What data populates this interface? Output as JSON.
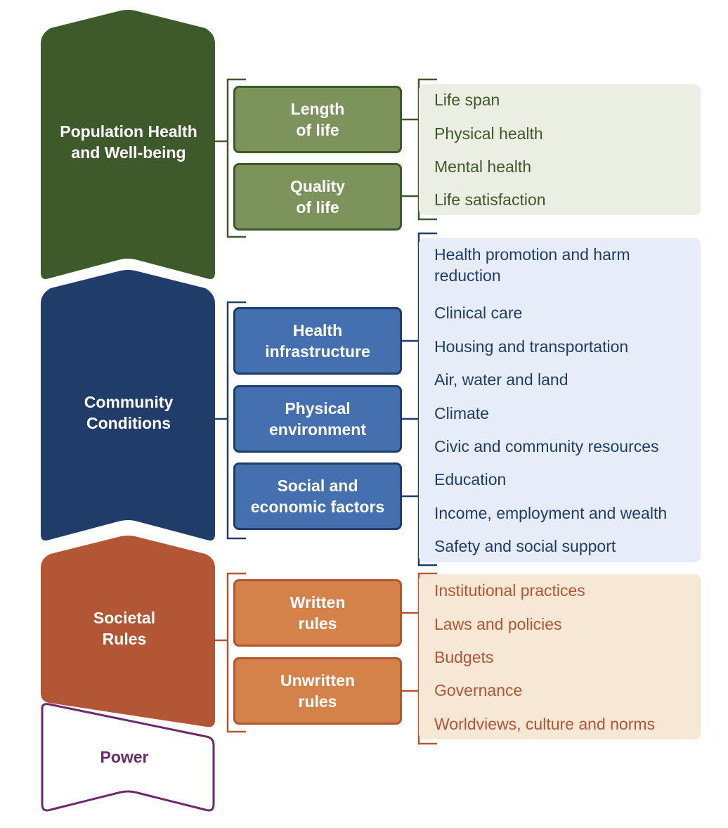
{
  "colors": {
    "green_dark": "#3e5a2a",
    "green_mid": "#7c945c",
    "green_light": "#ebeee3",
    "blue_dark": "#1f3d68",
    "blue_mid": "#4470b0",
    "blue_light": "#e6edf8",
    "orange_dark": "#b25635",
    "orange_mid": "#d4824a",
    "orange_light": "#f7e8d6",
    "purple": "#6a2a6e"
  },
  "tiers": [
    {
      "label": "Population Health\nand Well-being",
      "groups": [
        "Length\nof life",
        "Quality\nof life"
      ],
      "items": [
        "Life span",
        "Physical health",
        "Mental health",
        "Life satisfaction"
      ]
    },
    {
      "label": "Community\nConditions",
      "groups": [
        "Health\ninfrastructure",
        "Physical\nenvironment",
        "Social and\neconomic factors"
      ],
      "items": [
        "Health promotion and harm\nreduction",
        "Clinical care",
        "Housing and transportation",
        "Air, water and land",
        "Climate",
        "Civic and community resources",
        "Education",
        "Income, employment and wealth",
        "Safety and social support"
      ]
    },
    {
      "label": "Societal\nRules",
      "groups": [
        "Written\nrules",
        "Unwritten\nrules"
      ],
      "items": [
        "Institutional practices",
        "Laws and policies",
        "Budgets",
        "Governance",
        "Worldviews, culture and norms"
      ]
    }
  ],
  "power": {
    "label": "Power"
  }
}
